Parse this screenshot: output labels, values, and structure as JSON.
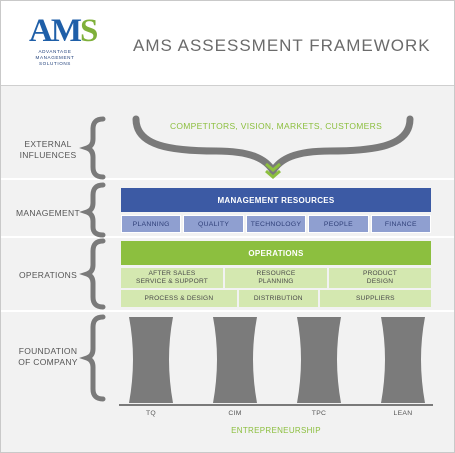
{
  "logo": {
    "mark_main": "AM",
    "mark_accent": "S",
    "lines": [
      "ADVANTAGE",
      "MANAGEMENT",
      "SOLUTIONS"
    ]
  },
  "title": "AMS ASSESSMENT FRAMEWORK",
  "row_labels": {
    "external": "EXTERNAL\nINFLUENCES",
    "management": "MANAGEMENT",
    "operations": "OPERATIONS",
    "foundation": "FOUNDATION\nOF COMPANY"
  },
  "external_text": "COMPETITORS, VISION, MARKETS, CUSTOMERS",
  "management": {
    "title": "MANAGEMENT RESOURCES",
    "items": [
      "PLANNING",
      "QUALITY",
      "TECHNOLOGY",
      "PEOPLE",
      "FINANCE"
    ]
  },
  "operations": {
    "title": "OPERATIONS",
    "row1": [
      "AFTER SALES\nSERVICE & SUPPORT",
      "RESOURCE\nPLANNING",
      "PRODUCT\nDESIGN"
    ],
    "row2": [
      "PROCESS & DESIGN",
      "DISTRIBUTION",
      "SUPPLIERS"
    ]
  },
  "pillars": [
    "TQ",
    "CIM",
    "TPC",
    "LEAN"
  ],
  "base_label": "ENTREPRENEURSHIP",
  "colors": {
    "management_dark": "#3c5aa4",
    "management_light": "#8f9fd0",
    "operations_dark": "#8cbf3f",
    "operations_light": "#d4e8b0",
    "pillar": "#7b7b7b",
    "bracket": "#7a7a7a",
    "arrow": "#8cbf3f"
  }
}
